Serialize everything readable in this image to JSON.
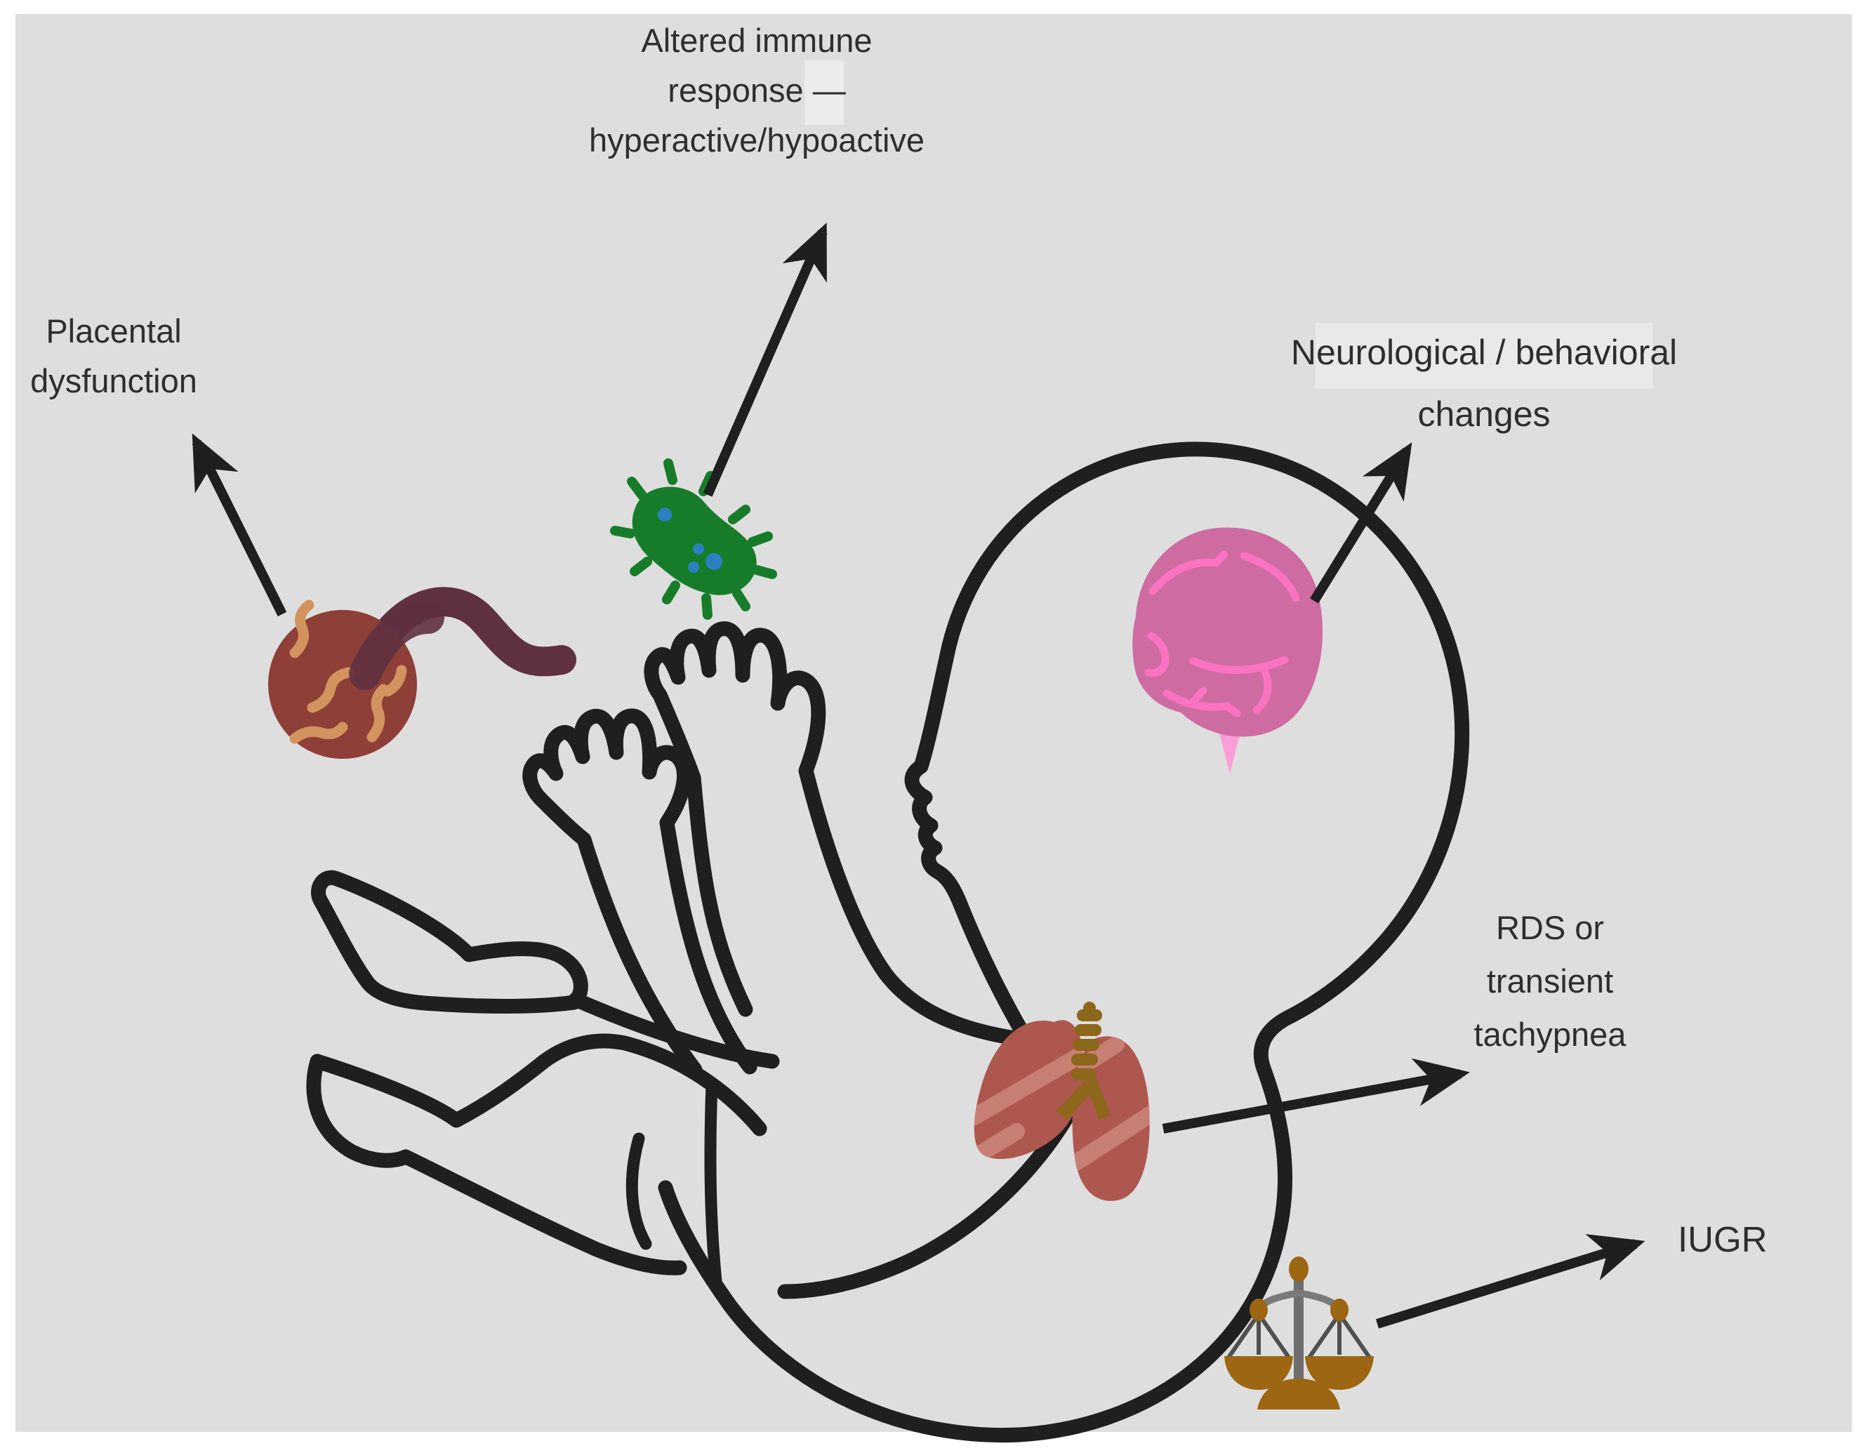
{
  "figure": {
    "type": "medical-diagram",
    "subject": "fetus with adverse outcome annotations",
    "panel_color": "#dedede",
    "line_color": "#1f1f1f",
    "text_color": "#2e2e2e",
    "labels": {
      "immune": {
        "line1": "Altered immune",
        "line2": "response —",
        "line3": "hyperactive/hypoactive"
      },
      "placental": {
        "line1": "Placental",
        "line2": "dysfunction"
      },
      "neuro": {
        "line1": "Neurological / behavioral",
        "line2": "changes"
      },
      "rds": {
        "line1": "RDS or",
        "line2": "transient",
        "line3": "tachypnea"
      },
      "iugr": {
        "label": "IUGR"
      }
    },
    "icons": {
      "placenta": {
        "name": "placenta-icon",
        "body_color": "#8e3f37",
        "vessel_color": "#d3935f",
        "cord_color": "#5f3040"
      },
      "bacterium": {
        "name": "bacterium-icon",
        "body_color": "#177c2a",
        "dot_color": "#2e7fc2"
      },
      "brain": {
        "name": "brain-icon",
        "body_color": "#ce6ba1",
        "sulci_color": "#f973c0",
        "stem_color": "#f99ed6"
      },
      "lungs": {
        "name": "lungs-icon",
        "lobe_color": "#ae574e",
        "stripe_color": "#c87f73",
        "trachea_color": "#8d671c"
      },
      "scale": {
        "name": "balance-scale-icon",
        "gold_color": "#9c6612",
        "metal_color": "#6e6e6e"
      }
    },
    "arrows": [
      "placenta-to-placental-dysfunction",
      "bacterium-to-altered-immune-response",
      "brain-to-neurological-behavioral-changes",
      "lungs-to-rds-transient-tachypnea",
      "scale-to-iugr"
    ]
  }
}
